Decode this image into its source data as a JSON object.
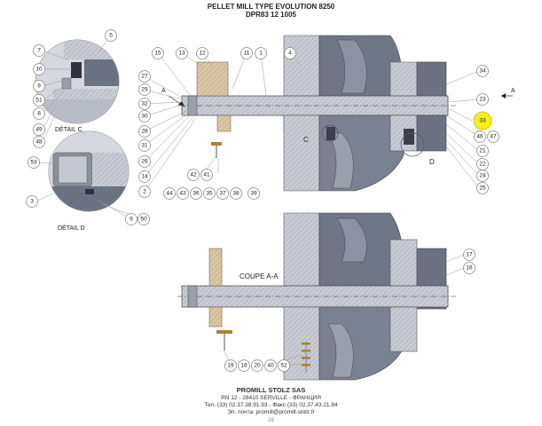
{
  "header": {
    "title": "PELLET MILL TYPE EVOLUTION 8250",
    "subtitle": "DPR83 12 1005"
  },
  "labels": {
    "detail_c": "DÉTAIL C",
    "detail_d": "DÉTAIL D",
    "section": "COUPE A-A",
    "mark_c": "C",
    "mark_d": "D",
    "arrow_a_left": "A",
    "arrow_a_right": "A"
  },
  "callouts": {
    "c5": "5",
    "c7": "7",
    "c10": "10",
    "c9": "9",
    "c51": "51",
    "c8": "8",
    "c49": "49",
    "c48": "48",
    "c53": "53",
    "c3": "3",
    "c6": "6",
    "c50": "50",
    "c15": "15",
    "c13": "13",
    "c12": "12",
    "c11": "11",
    "c1": "1",
    "c4": "4",
    "c27": "27",
    "c29": "29",
    "c32": "32",
    "c30": "30",
    "c28": "28",
    "c31": "31",
    "c26": "26",
    "c14": "14",
    "c2": "2",
    "c42": "42",
    "c41": "41",
    "c44": "44",
    "c43": "43",
    "c36": "36",
    "c35": "35",
    "c37": "37",
    "c38": "38",
    "c39": "39",
    "c34": "34",
    "c23": "23",
    "c33": "33",
    "c46": "46",
    "c47": "47",
    "c21": "21",
    "c22": "22",
    "c24": "24",
    "c25": "25",
    "c17": "17",
    "c16": "16",
    "c19": "19",
    "c18": "18",
    "c20": "20",
    "c40": "40",
    "c52": "52"
  },
  "highlight_color": "#f6ee1a",
  "footer": {
    "company": "PROMILL STOLZ SAS",
    "address": "RN 12 - 28410 SERVILLE - ФРАНЦИЯ",
    "phone": "Тел. (33) 02.37.38.91.93 - Факс (33) 02.37.43.21.84",
    "email": "Эл. почта: promill@promill-stolz.fr",
    "page_number": "26"
  }
}
